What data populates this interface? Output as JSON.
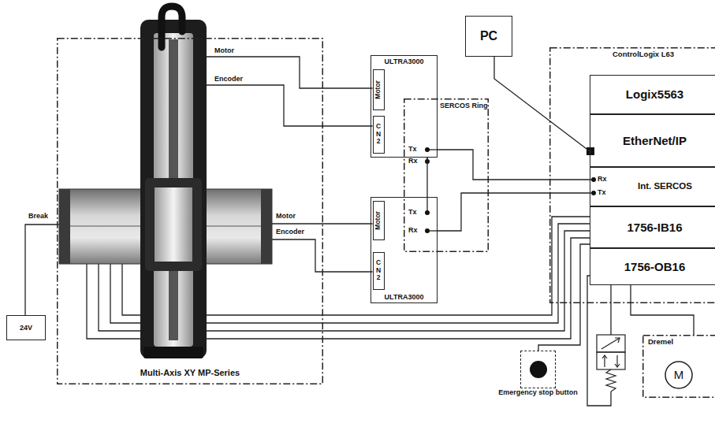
{
  "diagram": {
    "nodes": [
      {
        "text": [
          "Multi-Axis XY MP-Series"
        ]
      },
      {
        "text": [
          "PC"
        ]
      },
      {
        "text": [
          "ControlLogix L63"
        ]
      },
      {
        "text": [
          "Logix5563"
        ],
        "in": 2
      },
      {
        "text": [
          "EtherNet/IP"
        ],
        "in": 2
      },
      {
        "text": [
          "Int. SERCOS"
        ],
        "in": 2
      },
      {
        "text": [
          "1756-IB16"
        ],
        "in": 2
      },
      {
        "text": [
          "1756-OB16"
        ],
        "in": 2
      },
      {
        "text": [
          "ULTRA3000"
        ]
      },
      {
        "text": [
          "Motor"
        ],
        "in": 8
      },
      {
        "text": [
          "CN2"
        ],
        "in": 8
      },
      {
        "text": [
          "SERCOS Ring"
        ]
      },
      {
        "text": [
          "ULTRA3000"
        ]
      },
      {
        "text": [
          "Motor"
        ],
        "in": 12
      },
      {
        "text": [
          "CN2"
        ],
        "in": 12
      },
      {
        "text": [
          "24V"
        ]
      },
      {
        "text": [
          "Emergency stop button"
        ]
      },
      {
        "text": [
          "Dremel"
        ]
      },
      {
        "text": [
          "M"
        ],
        "in": 17
      }
    ],
    "edges": [
      {
        "from": 0,
        "to": 9,
        "label": "Motor",
        "arrow": "none"
      },
      {
        "from": 0,
        "to": 10,
        "label": "Encoder",
        "arrow": "none"
      },
      {
        "from": 0,
        "to": 13,
        "label": "Motor",
        "arrow": "none"
      },
      {
        "from": 0,
        "to": 14,
        "label": "Encoder",
        "arrow": "none"
      },
      {
        "from": 0,
        "to": 15,
        "label": "Break",
        "arrow": "none"
      },
      {
        "from": 1,
        "to": 4,
        "arrow": "none"
      },
      {
        "from": 8,
        "to": 5,
        "arrow": "none"
      },
      {
        "from": 12,
        "to": 8,
        "arrow": "none"
      },
      {
        "from": 12,
        "to": 5,
        "arrow": "none"
      },
      {
        "from": 0,
        "to": 6,
        "arrow": "none"
      },
      {
        "from": 0,
        "to": 6,
        "arrow": "none"
      },
      {
        "from": 0,
        "to": 6,
        "arrow": "none"
      },
      {
        "from": 0,
        "to": 6,
        "arrow": "none"
      },
      {
        "from": 6,
        "to": 16,
        "arrow": "none"
      },
      {
        "from": 7,
        "to": 17,
        "arrow": "none"
      }
    ],
    "labels": [
      "Tx",
      "Rx",
      "Tx",
      "Rx",
      "Rx",
      "Tx"
    ]
  }
}
